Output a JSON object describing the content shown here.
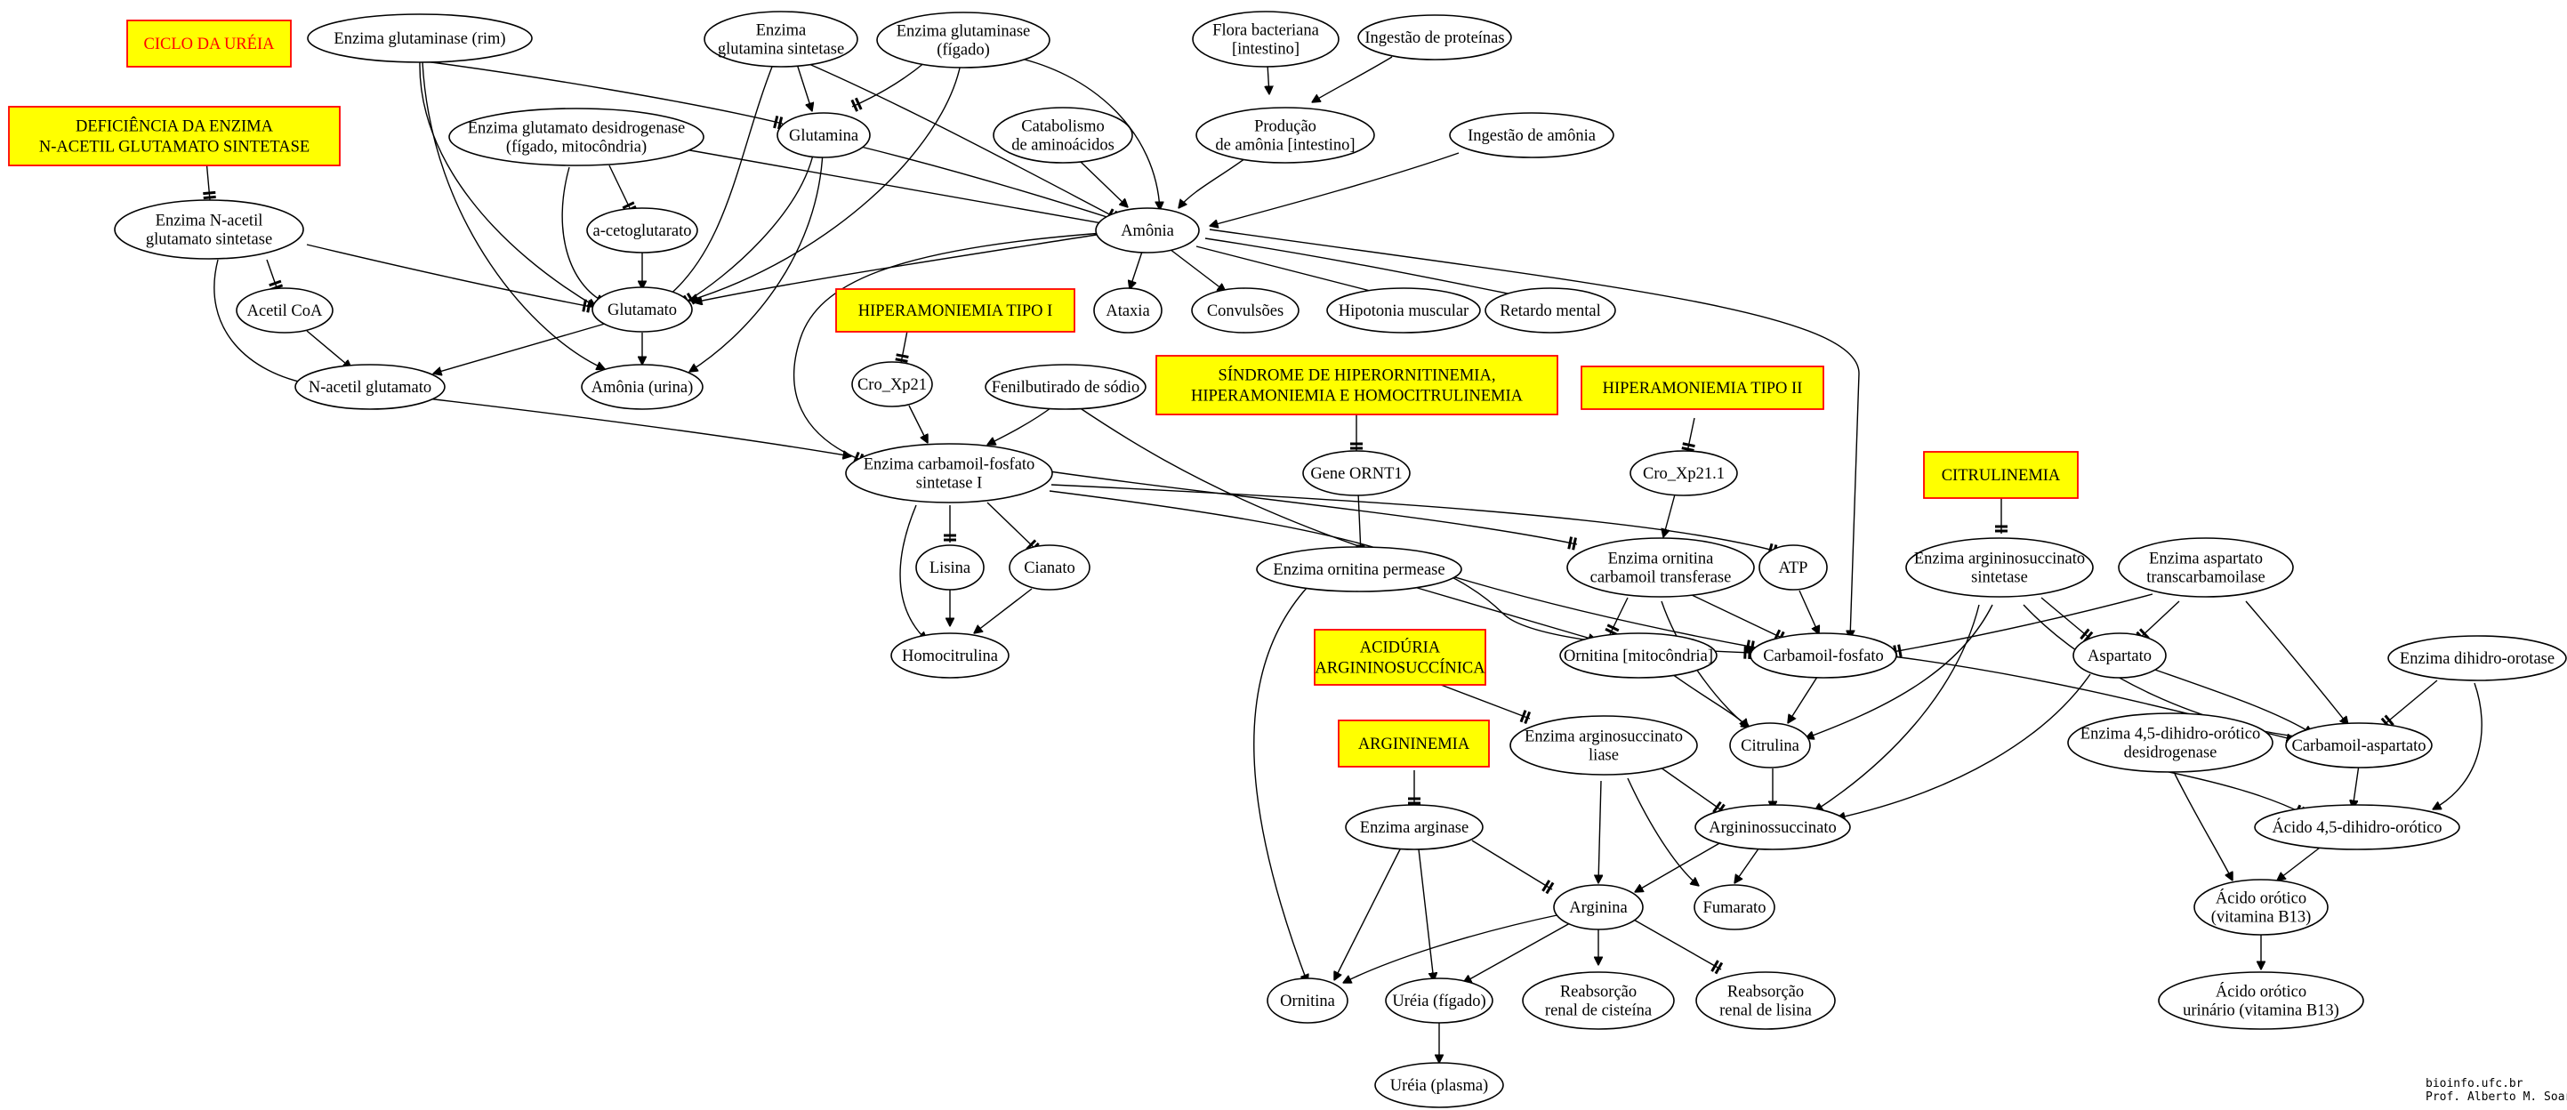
{
  "colors": {
    "box_fill": "#ffff00",
    "box_border": "#ff0000",
    "title_text": "#ff0000",
    "line": "#000000"
  },
  "boxes": {
    "ciclo": "CICLO DA URÉIA",
    "deficiencia": [
      "DEFICIÊNCIA DA ENZIMA",
      "N-ACETIL GLUTAMATO SINTETASE"
    ],
    "hiper1": "HIPERAMONIEMIA TIPO I",
    "sindrome": [
      "SÍNDROME DE HIPERORNITINEMIA,",
      "HIPERAMONIEMIA E HOMOCITRULINEMIA"
    ],
    "hiper2": "HIPERAMONIEMIA TIPO II",
    "citrulinemia": "CITRULINEMIA",
    "aciduria": [
      "ACIDÚRIA",
      "ARGININOSUCCÍNICA"
    ],
    "argininemia": "ARGININEMIA"
  },
  "nodes": {
    "glut_rim": [
      "Enzima glutaminase (rim)"
    ],
    "glut_sint": [
      "Enzima",
      "glutamina sintetase"
    ],
    "glut_figado": [
      "Enzima glutaminase",
      "(fígado)"
    ],
    "flora": [
      "Flora bacteriana",
      "[intestino]"
    ],
    "ingest_prot": [
      "Ingestão de proteínas"
    ],
    "gdh": [
      "Enzima glutamato desidrogenase",
      "(fígado, mitocôndria)"
    ],
    "glutamina": [
      "Glutamina"
    ],
    "catabolismo": [
      "Catabolismo",
      "de aminoácidos"
    ],
    "producao": [
      "Produção",
      "de amônia [intestino]"
    ],
    "ingest_amonia": [
      "Ingestão de amônia"
    ],
    "nags": [
      "Enzima N-acetil",
      "glutamato sintetase"
    ],
    "cetoglut": [
      "a-cetoglutarato"
    ],
    "amonia": [
      "Amônia"
    ],
    "acetilcoa": [
      "Acetil CoA"
    ],
    "glutamato": [
      "Glutamato"
    ],
    "ataxia": [
      "Ataxia"
    ],
    "convulsoes": [
      "Convulsões"
    ],
    "hipotonia": [
      "Hipotonia muscular"
    ],
    "retardo": [
      "Retardo mental"
    ],
    "nacetil": [
      "N-acetil glutamato"
    ],
    "amonia_urina": [
      "Amônia (urina)"
    ],
    "cro21": [
      "Cro_Xp21"
    ],
    "fenil": [
      "Fenilbutirado de sódio"
    ],
    "orntl": [
      "Gene ORNT1"
    ],
    "cro211": [
      "Cro_Xp21.1"
    ],
    "cps": [
      "Enzima carbamoil-fosfato",
      "sintetase I"
    ],
    "lisina": [
      "Lisina"
    ],
    "cianato": [
      "Cianato"
    ],
    "otc": [
      "Enzima ornitina",
      "carbamoil transferase"
    ],
    "atp": [
      "ATP"
    ],
    "ass": [
      "Enzima argininosuccinato",
      "sintetase"
    ],
    "atc": [
      "Enzima  aspartato",
      "transcarbamoilase"
    ],
    "permease": [
      "Enzima ornitina permease"
    ],
    "homocit": [
      "Homocitrulina"
    ],
    "orn_mito": [
      "Ornitina [mitocôndria]"
    ],
    "carbfosf": [
      "Carbamoil-fosfato"
    ],
    "aspartato": [
      "Aspartato"
    ],
    "dho": [
      "Enzima dihidro-orotase"
    ],
    "asl": [
      "Enzima arginosuccinato",
      "liase"
    ],
    "citrulina": [
      "Citrulina"
    ],
    "dhod": [
      "Enzima 4,5-dihidro-orótico",
      "desidrogenase"
    ],
    "carbasp": [
      "Carbamoil-aspartato"
    ],
    "arginase": [
      "Enzima arginase"
    ],
    "argsucc": [
      "Argininossuccinato"
    ],
    "aco45": [
      "Ácido 4,5-dihidro-orótico"
    ],
    "arginina": [
      "Arginina"
    ],
    "fumarato": [
      "Fumarato"
    ],
    "orotico": [
      "Ácido orótico",
      "(vitamina B13)"
    ],
    "ornitina": [
      "Ornitina"
    ],
    "ureia_f": [
      "Uréia (fígado)"
    ],
    "reab_cist": [
      "Reabsorção",
      "renal de cisteína"
    ],
    "reab_lis": [
      "Reabsorção",
      "renal de lisina"
    ],
    "orot_urin": [
      "Ácido orótico",
      "urinário (vitamina B13)"
    ],
    "ureia_p": [
      "Uréia (plasma)"
    ]
  },
  "credit": [
    "bioinfo.ufc.br",
    "Prof. Alberto M. Soares"
  ]
}
